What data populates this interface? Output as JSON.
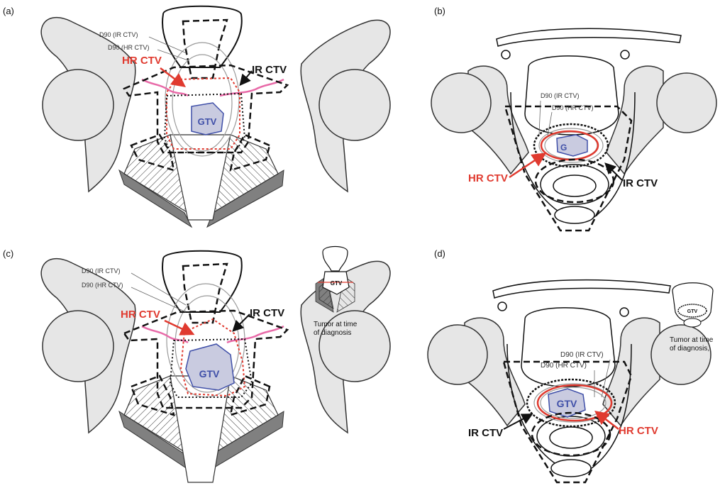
{
  "colors": {
    "red": "#e03a2f",
    "pink": "#e86aa8",
    "blue": "#3f4fa8",
    "gtv_fill": "#c9cbe0",
    "bone_fill": "#e6e6e6",
    "dark_gray": "#808080",
    "black": "#111111",
    "gray_line": "#9a9a9a"
  },
  "panels": {
    "a": {
      "tag": "(a)",
      "d90_ir": "D90 (IR CTV)",
      "d90_hr": "D90 (HR CTV)",
      "hr_ctv": "HR CTV",
      "ir_ctv": "IR CTV",
      "gtv": "GTV"
    },
    "b": {
      "tag": "(b)",
      "d90_ir": "D90 (IR CTV)",
      "d90_hr": "D90 (HR CTV)",
      "hr_ctv": "HR CTV",
      "ir_ctv": "IR CTV",
      "gtv": "G"
    },
    "c": {
      "tag": "(c)",
      "d90_ir": "D90 (IR CTV)",
      "d90_hr": "D90 (HR CTV)",
      "hr_ctv": "HR CTV",
      "ir_ctv": "IR CTV",
      "gtv": "GTV",
      "inset_gtv": "GTV",
      "inset_caption_1": "Tumor at time",
      "inset_caption_2": "of diagnosis"
    },
    "d": {
      "tag": "(d)",
      "d90_ir": "D90 (IR CTV)",
      "d90_hr": "D90 (HR CTV)",
      "hr_ctv": "HR CTV",
      "ir_ctv": "IR CTV",
      "gtv": "GTV",
      "inset_gtv": "GTV",
      "inset_caption_1": "Tumor at time",
      "inset_caption_2": "of diagnosis,"
    }
  }
}
